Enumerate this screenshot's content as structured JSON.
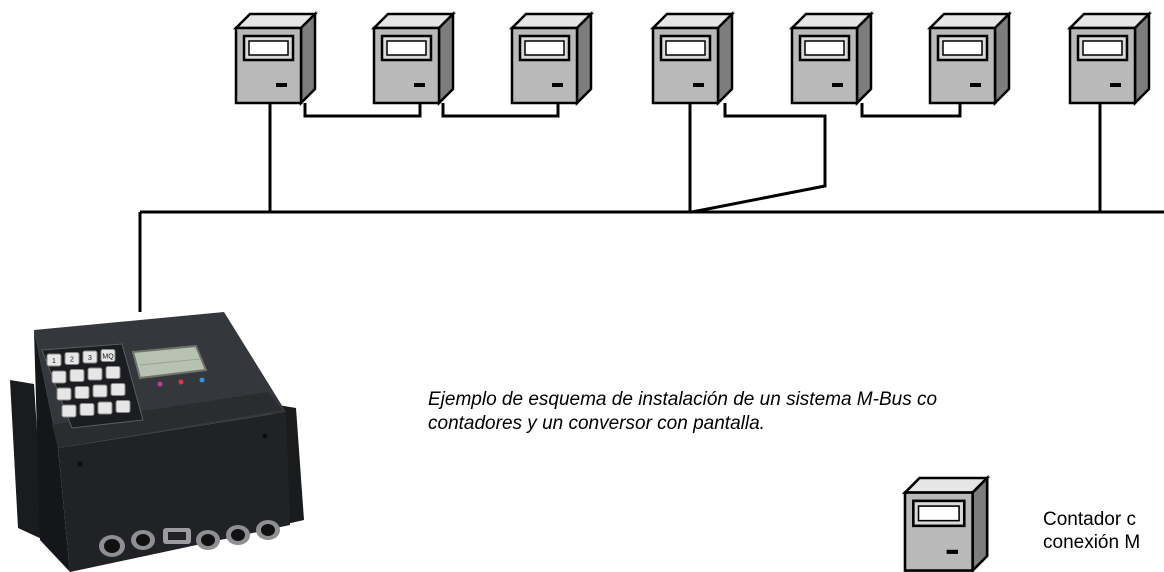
{
  "caption": {
    "line1": "Ejemplo de esquema de instalación de un sistema M-Bus co",
    "line2": "contadores y un conversor con pantalla."
  },
  "legend": {
    "line1": "Contador c",
    "line2": "conexión M"
  },
  "device": {
    "keypad_top_labels": [
      "1",
      "2",
      "3",
      "MQ"
    ],
    "led_colors": [
      "#c23a9a",
      "#e0364a",
      "#3a8fd8"
    ]
  },
  "colors": {
    "meter_fill": "#b9b9b9",
    "wire": "#000000",
    "converter_body": "#2b2d30"
  }
}
